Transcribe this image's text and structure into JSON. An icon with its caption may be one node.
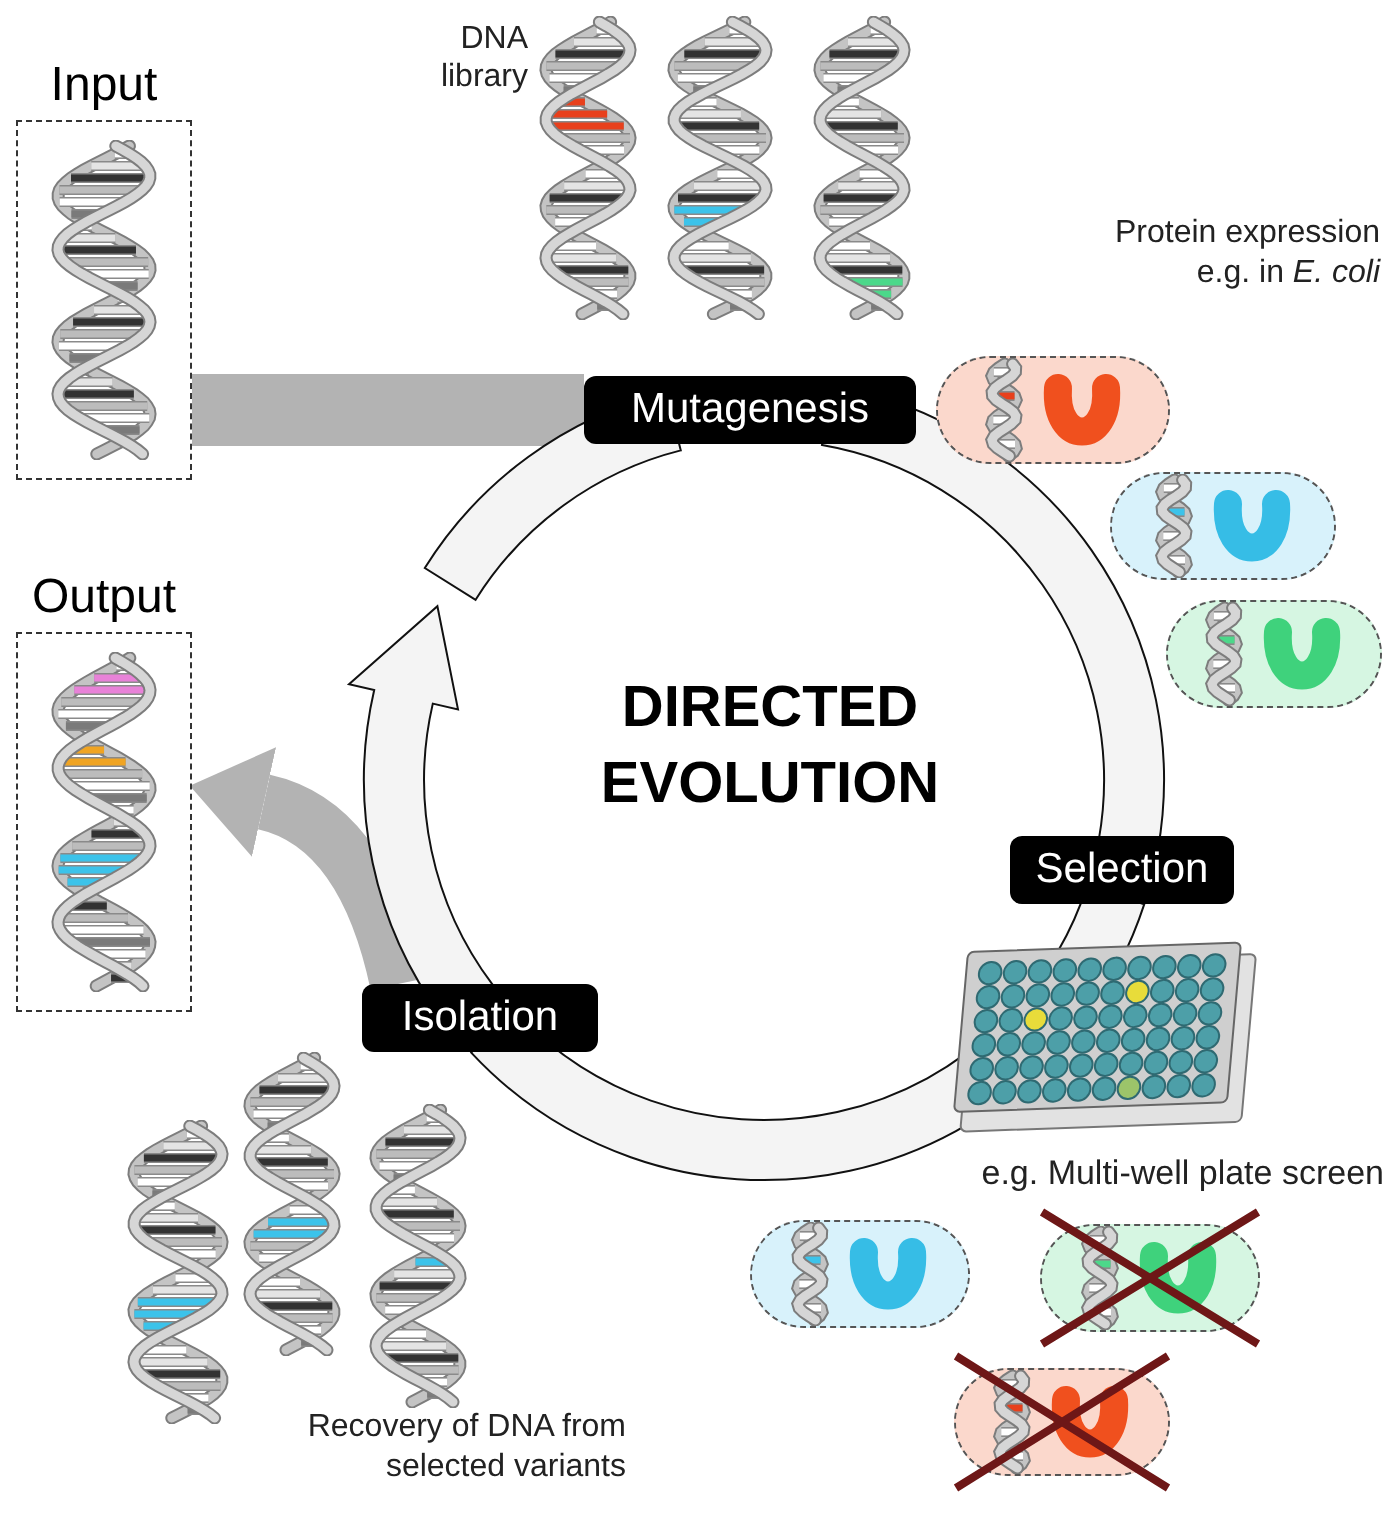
{
  "diagram": {
    "nodes": [
      {
        "text": [
          "Input"
        ]
      },
      {
        "text": [
          "Output"
        ]
      },
      {
        "text": [
          "Mutagenesis"
        ]
      },
      {
        "text": [
          "Selection"
        ]
      },
      {
        "text": [
          "Isolation"
        ]
      }
    ],
    "edges": [
      {
        "from": 0,
        "to": 2,
        "arrow": "none",
        "color": "#b3b3b3"
      },
      {
        "from": 2,
        "to": 3,
        "arrow": "none"
      },
      {
        "from": 3,
        "to": 4,
        "arrow": "none"
      },
      {
        "from": 4,
        "to": 2,
        "arrow": "to"
      },
      {
        "from": 4,
        "to": 1,
        "arrow": "to",
        "color": "#b3b3b3"
      }
    ],
    "labels": [
      "DNA library",
      "Protein expression e.g. in *E. coli*",
      "DIRECTED EVOLUTION",
      "e.g. Multi-well plate screen",
      "Recovery of DNA from selected variants"
    ]
  }
}
